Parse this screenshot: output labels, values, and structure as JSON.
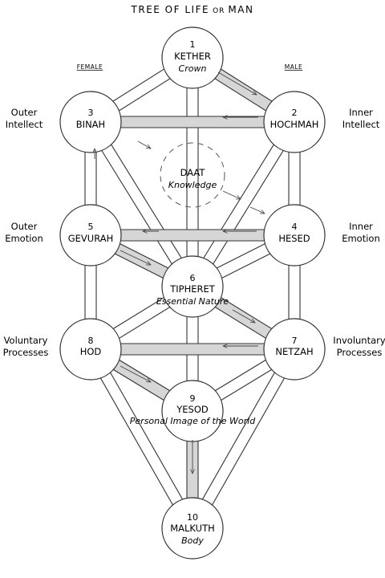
{
  "title": {
    "main": "TREE OF LIFE",
    "connector": "OR",
    "tail": "MAN"
  },
  "sides": {
    "left": "FEMALE",
    "right": "MALE"
  },
  "sefirot": {
    "kether": {
      "number": "1",
      "name": "KETHER",
      "sub": "Crown"
    },
    "hochmah": {
      "number": "2",
      "name": "HOCHMAH",
      "sub": ""
    },
    "binah": {
      "number": "3",
      "name": "BINAH",
      "sub": ""
    },
    "hesed": {
      "number": "4",
      "name": "HESED",
      "sub": ""
    },
    "gevurah": {
      "number": "5",
      "name": "GEVURAH",
      "sub": ""
    },
    "tiphereth": {
      "number": "6",
      "name": "TIPHERET",
      "sub": "Essential Nature"
    },
    "netzah": {
      "number": "7",
      "name": "NETZAH",
      "sub": ""
    },
    "hod": {
      "number": "8",
      "name": "HOD",
      "sub": ""
    },
    "yesod": {
      "number": "9",
      "name": "YESOD",
      "sub": "Personal Image of the World"
    },
    "malkuth": {
      "number": "10",
      "name": "MALKUTH",
      "sub": "Body"
    }
  },
  "daat": {
    "name": "DAAT",
    "sub": "Knowledge"
  },
  "labels": {
    "left": {
      "l1a": "Outer",
      "l1b": "Intellect",
      "l2a": "Outer",
      "l2b": "Emotion",
      "l3a": "Voluntary",
      "l3b": "Processes"
    },
    "right": {
      "r1a": "Inner",
      "r1b": "Intellect",
      "r2a": "Inner",
      "r2b": "Emotion",
      "r3a": "Involuntary",
      "r3b": "Processes"
    }
  },
  "colors": {
    "ink": "#333333",
    "path_fill": "#d6d6d6",
    "background": "#ffffff"
  }
}
